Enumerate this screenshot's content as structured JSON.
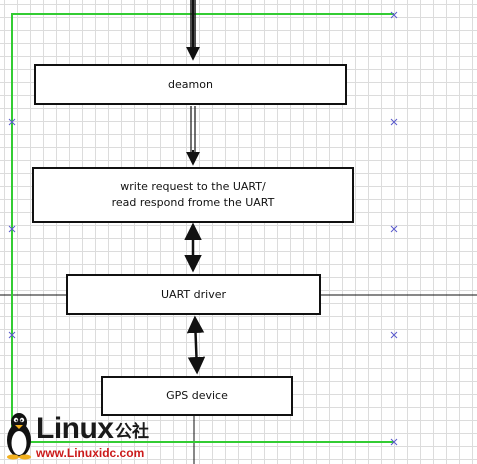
{
  "diagram": {
    "nodes": [
      {
        "id": "deamon",
        "label": "deamon"
      },
      {
        "id": "uart-request",
        "label": "write request to the UART/\nread respond frome the UART"
      },
      {
        "id": "uart-driver",
        "label": "UART driver"
      },
      {
        "id": "gps-device",
        "label": "GPS device"
      }
    ],
    "edges": [
      {
        "from": "input",
        "to": "deamon",
        "direction": "down"
      },
      {
        "from": "deamon",
        "to": "uart-request",
        "direction": "down"
      },
      {
        "from": "uart-request",
        "to": "uart-driver",
        "direction": "both"
      },
      {
        "from": "uart-driver",
        "to": "gps-device",
        "direction": "both"
      }
    ],
    "colors": {
      "frame": "#33cc33",
      "box_border": "#111111",
      "arrow": "#111111",
      "guide_line": "#111111",
      "grid": "#dcdcdc",
      "handle": "#5a5acc"
    }
  },
  "watermark": {
    "brand": "Linux",
    "brand_cn": "公社",
    "url": "www.Linuxidc.com",
    "brand_color": "#1a1a1a",
    "url_color": "#cc1b1b",
    "icon": "penguin-icon"
  }
}
